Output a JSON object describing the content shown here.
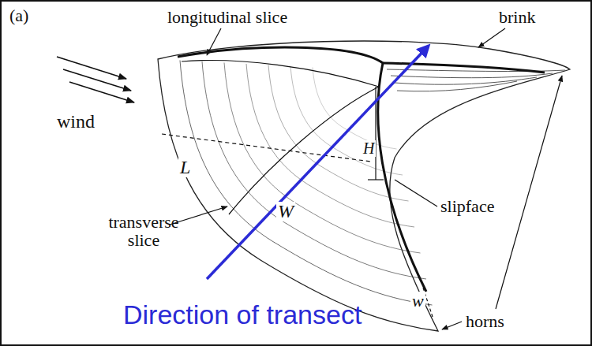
{
  "diagram": {
    "labels": [
      "(a)",
      "wind",
      "longitudinal slice",
      "brink",
      "L",
      "H",
      "slipface",
      "W",
      "transverse slice",
      "w",
      "horns",
      "Direction of transect"
    ]
  }
}
